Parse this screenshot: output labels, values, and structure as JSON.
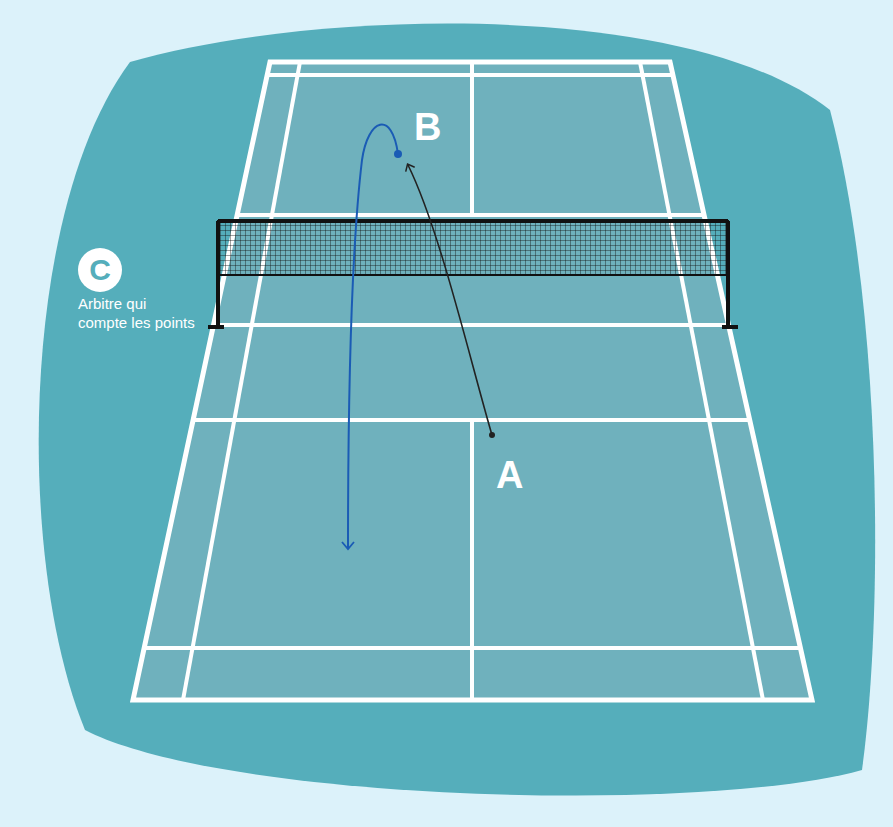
{
  "diagram": {
    "nodes": [
      {
        "text": [
          "C"
        ]
      }
    ],
    "labels": [
      "B",
      "A",
      "Arbitre qui compte les points"
    ]
  }
}
